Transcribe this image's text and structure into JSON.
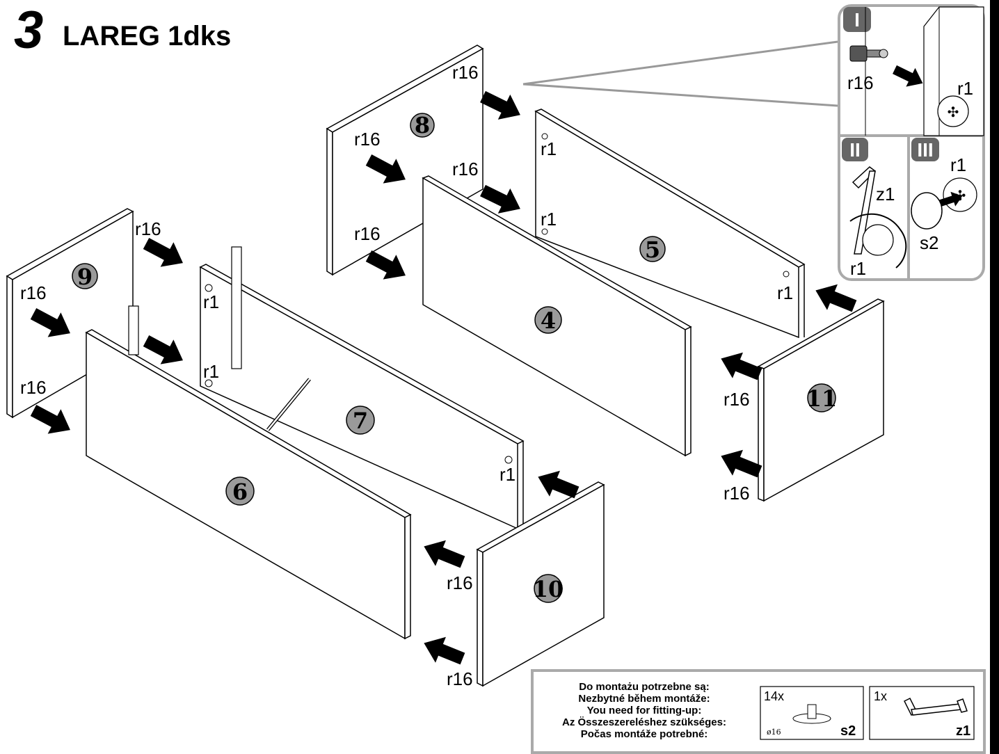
{
  "step": {
    "number": "3",
    "title": "LAREG 1dks"
  },
  "details": {
    "I": {
      "title": "I",
      "fastener": "r16",
      "target": "r1"
    },
    "II": {
      "title": "II",
      "tool": "z1",
      "target": "r1"
    },
    "III": {
      "title": "III",
      "target": "r1",
      "cap": "s2"
    }
  },
  "panels": [
    "4",
    "5",
    "6",
    "7",
    "8",
    "9",
    "10",
    "11"
  ],
  "labels": {
    "r16": "r16",
    "r1": "r1"
  },
  "parts_box": {
    "heading_lines": [
      "Do montażu potrzebne są:",
      "Nezbytné během montáže:",
      "You need for fitting-up:",
      "Az Összeszereléshez szükséges:",
      "Počas montáže potrebné:"
    ],
    "items": [
      {
        "qty": "14x",
        "code": "s2",
        "note": "ø16"
      },
      {
        "qty": "1x",
        "code": "z1",
        "note": ""
      }
    ]
  }
}
